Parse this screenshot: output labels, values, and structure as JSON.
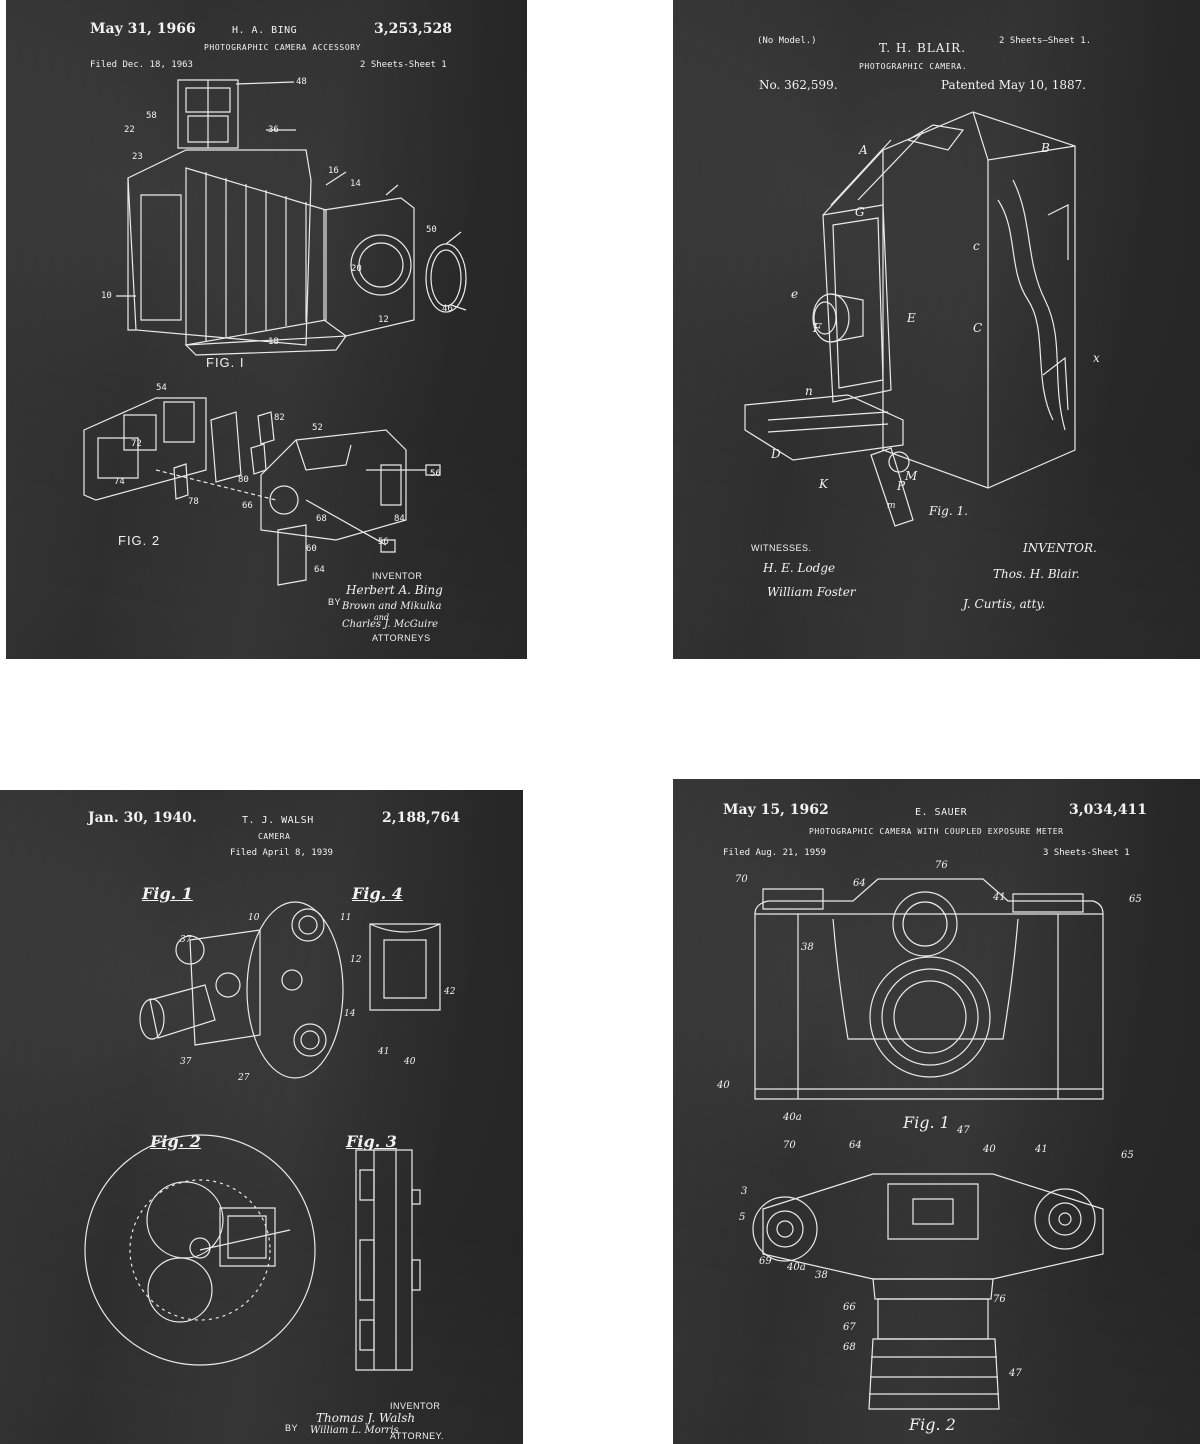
{
  "posters": [
    {
      "date": "May 31, 1966",
      "inventor": "H. A. BING",
      "patent_number": "3,253,528",
      "title": "PHOTOGRAPHIC CAMERA ACCESSORY",
      "filed": "Filed Dec. 18, 1963",
      "sheets": "2 Sheets-Sheet 1",
      "fig1": "FIG. I",
      "fig2": "FIG. 2",
      "inventor_label": "INVENTOR",
      "inventor_signature": "Herbert A. Bing",
      "by_label": "BY",
      "attorney_signature_1": "Brown and Mikulka",
      "attorney_signature_2": "and",
      "attorney_signature_3": "Charles J. McGuire",
      "attorneys_label": "ATTORNEYS"
    },
    {
      "no_model": "(No Model.)",
      "inventor": "T. H. BLAIR.",
      "sheets": "2 Sheets—Sheet 1.",
      "title": "PHOTOGRAPHIC CAMERA.",
      "patent_number": "No. 362,599.",
      "patented": "Patented May 10, 1887.",
      "fig1": "Fig. 1.",
      "witnesses_label": "WITNESSES.",
      "witness_1": "H. E. Lodge",
      "witness_2": "William Foster",
      "inventor_label": "INVENTOR.",
      "inventor_signature": "Thos. H. Blair.",
      "attorney_signature": "J. Curtis, atty."
    },
    {
      "date": "Jan. 30, 1940.",
      "inventor": "T. J. WALSH",
      "patent_number": "2,188,764",
      "title": "CAMERA",
      "filed": "Filed April 8, 1939",
      "fig1": "Fig. 1",
      "fig2": "Fig. 2",
      "fig3": "Fig. 3",
      "fig4": "Fig. 4",
      "inventor_label": "INVENTOR",
      "inventor_signature": "Thomas J. Walsh",
      "by_label": "BY",
      "attorney_signature": "William L. Morris",
      "attorney_label": "ATTORNEY."
    },
    {
      "date": "May 15, 1962",
      "inventor": "E. SAUER",
      "patent_number": "3,034,411",
      "title": "PHOTOGRAPHIC CAMERA WITH COUPLED EXPOSURE METER",
      "filed": "Filed Aug. 21, 1959",
      "sheets": "3 Sheets-Sheet 1",
      "fig1": "Fig. 1",
      "fig2": "Fig. 2"
    }
  ],
  "colors": {
    "chalkboard": "#2b2b2b",
    "chalk": "#f2f2f2",
    "background": "#ffffff"
  },
  "icons": [
    "folding-camera-drawing",
    "accessory-exploded-drawing",
    "box-camera-drawing",
    "movie-camera-drawing",
    "turret-diagram",
    "slr-camera-drawing"
  ]
}
